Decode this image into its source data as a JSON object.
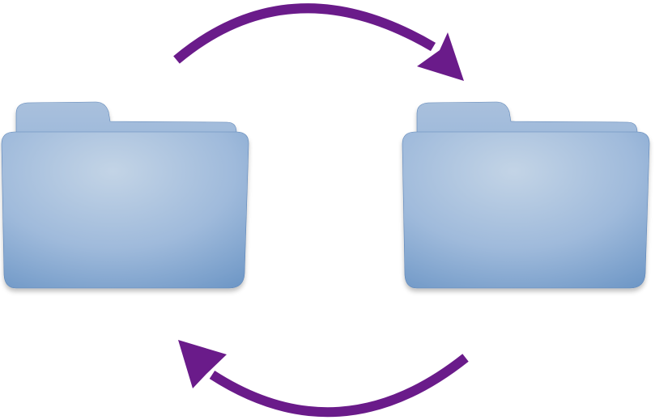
{
  "diagram": {
    "nodes": [
      {
        "name": "folder-left-icon",
        "kind": "folder-icon"
      },
      {
        "name": "folder-right-icon",
        "kind": "folder-icon"
      }
    ],
    "edges": [
      {
        "name": "arrow-left-to-right",
        "from": "folder-left-icon",
        "to": "folder-right-icon",
        "direction": "clockwise-top"
      },
      {
        "name": "arrow-right-to-left",
        "from": "folder-right-icon",
        "to": "folder-left-icon",
        "direction": "clockwise-bottom"
      }
    ],
    "colors": {
      "arrow": "#6a1b8a",
      "folder_light": "#c3d4e6",
      "folder_mid": "#9fbadb",
      "folder_dark": "#6e97c6",
      "folder_tab": "#a9c0dc",
      "folder_edge": "#5e86b8"
    }
  }
}
